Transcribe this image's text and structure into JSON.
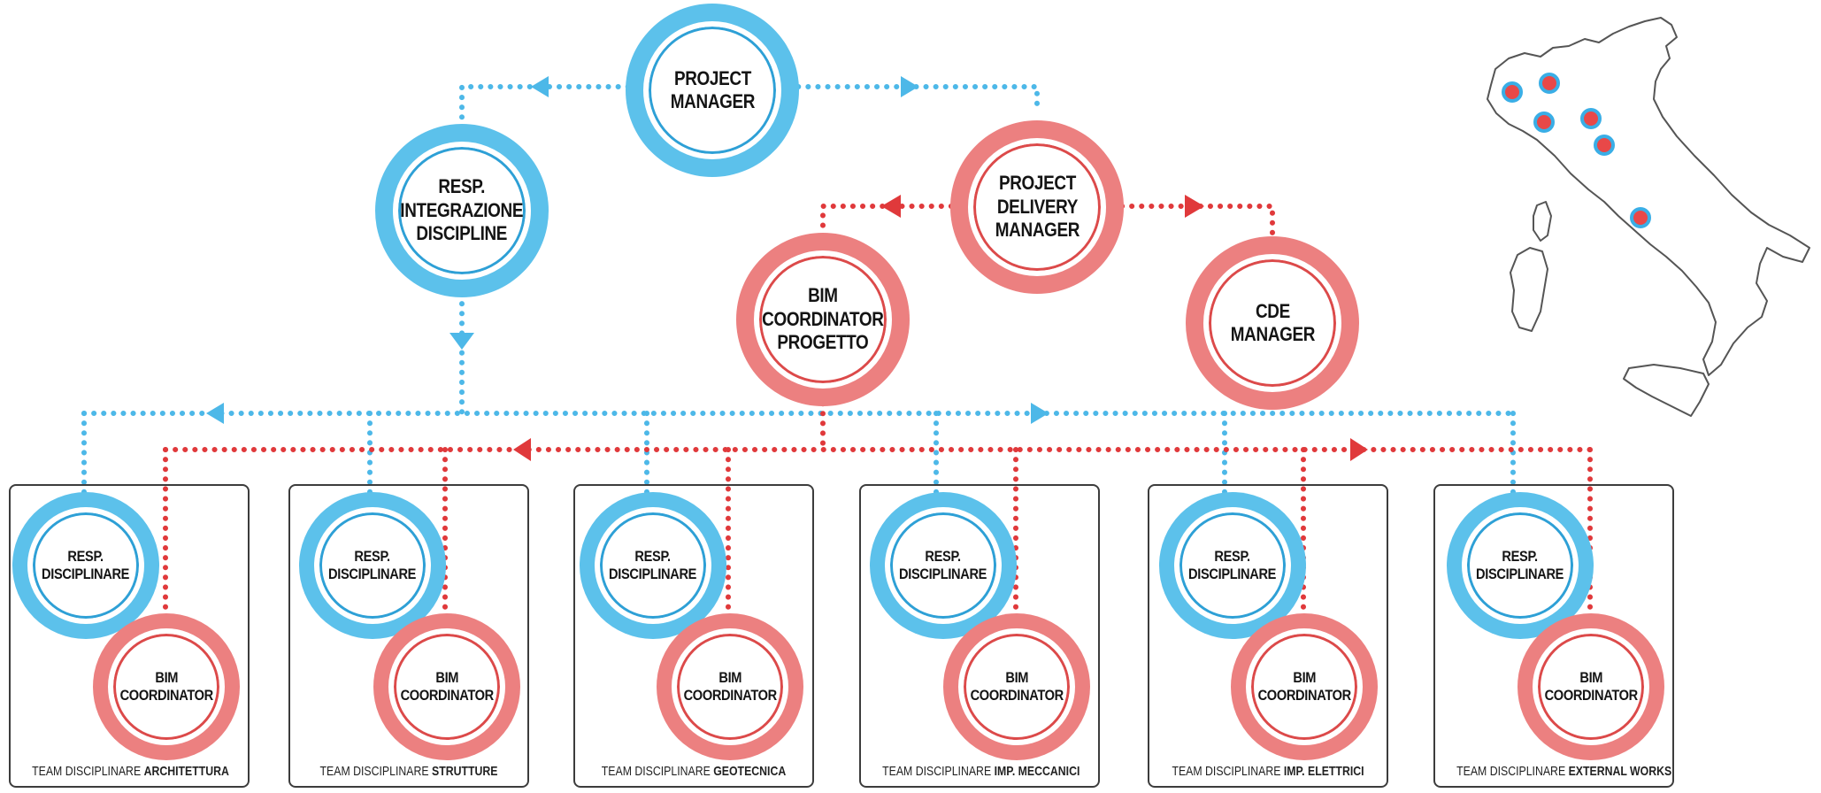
{
  "nodes": {
    "project_manager": "PROJECT\nMANAGER",
    "resp_integrazione": "RESP.\nINTEGRAZIONE\nDISCIPLINE",
    "project_delivery_manager": "PROJECT\nDELIVERY\nMANAGER",
    "bim_coordinator_progetto": "BIM\nCOORDINATOR\nPROGETTO",
    "cde_manager": "CDE\nMANAGER"
  },
  "team_role_labels": {
    "resp": "RESP.\nDISCIPLINARE",
    "bim": "BIM\nCOORDINATOR"
  },
  "teams": [
    {
      "prefix": "TEAM DISCIPLINARE ",
      "name": "ARCHITETTURA"
    },
    {
      "prefix": "TEAM DISCIPLINARE ",
      "name": "STRUTTURE"
    },
    {
      "prefix": "TEAM DISCIPLINARE ",
      "name": "GEOTECNICA"
    },
    {
      "prefix": "TEAM DISCIPLINARE ",
      "name": "IMP. MECCANICI"
    },
    {
      "prefix": "TEAM DISCIPLINARE ",
      "name": "IMP. ELETTRICI"
    },
    {
      "prefix": "TEAM DISCIPLINARE ",
      "name": "EXTERNAL WORKS"
    }
  ],
  "colors": {
    "blue_ring": "#5cc1eb",
    "blue_line": "#4db8e8",
    "red_ring": "#ec8080",
    "red_line": "#e0393b",
    "map_outline": "#555555",
    "map_marker_fill": "#e84848",
    "map_marker_ring": "#3aaee6"
  },
  "map": {
    "name": "italy-map",
    "markers": 6
  }
}
